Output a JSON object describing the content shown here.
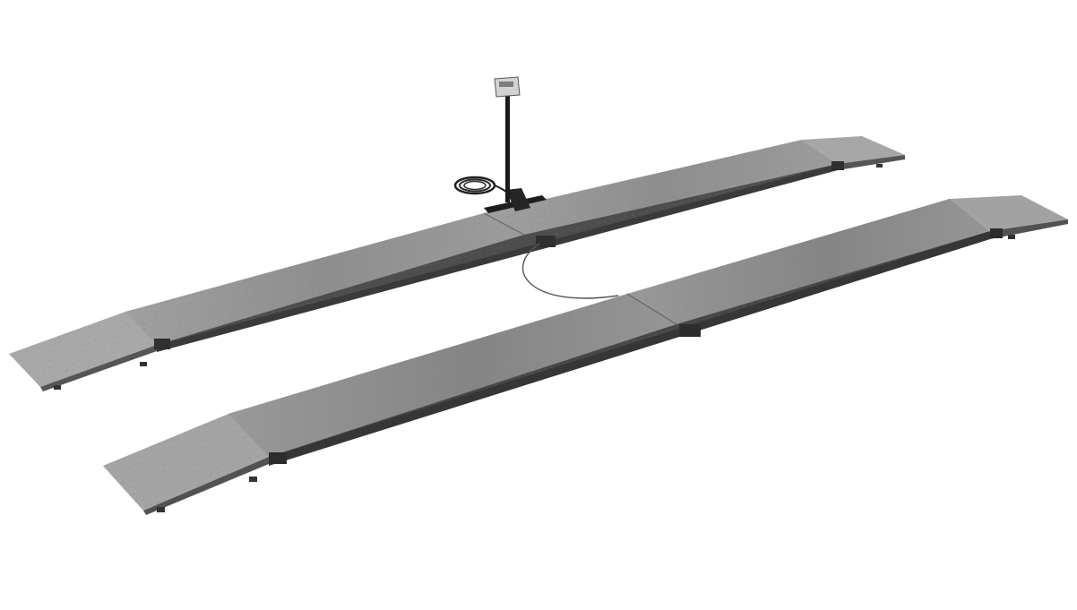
{
  "image": {
    "subject": "",
    "objects": [
      {
        "name": "rear-platform",
        "kind": "axle-weighing-ramp"
      },
      {
        "name": "front-platform",
        "kind": "axle-weighing-ramp"
      },
      {
        "name": "indicator-stand",
        "kind": "weighing-terminal-on-stand"
      },
      {
        "name": "cable-coil",
        "kind": "cable"
      }
    ]
  },
  "colors": {
    "background": "#ffffff",
    "deck_top": "#8a8a8a",
    "deck_top_light": "#9a9a9a",
    "deck_side": "#4a4a4a",
    "deck_edge_dark": "#2e2e2e",
    "ramp_top": "#a3a3a3",
    "stand": "#1f1f1f",
    "indicator_body": "#d0d0d0",
    "cable": "#222222"
  }
}
